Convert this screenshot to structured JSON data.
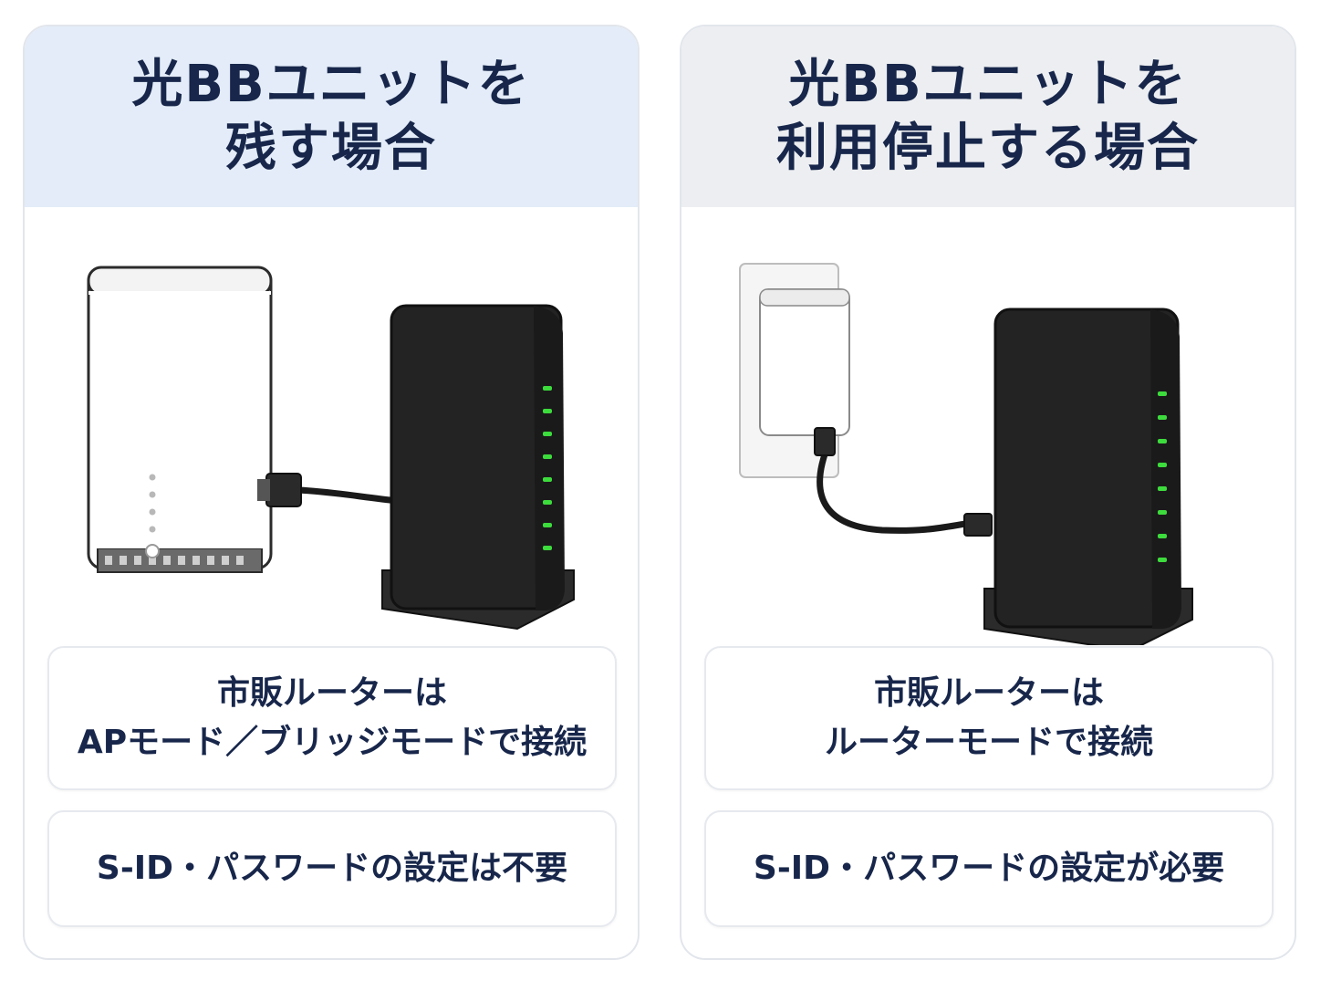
{
  "left_panel": {
    "title_lines": [
      "光BBユニットを",
      "残す場合"
    ],
    "box1_lines": [
      "市販ルーターは",
      "APモード／ブリッジモードで接続"
    ],
    "box2_lines": [
      "S-ID・パスワードの設定は不要"
    ]
  },
  "right_panel": {
    "title_lines": [
      "光BBユニットを",
      "利用停止する場合"
    ],
    "box1_lines": [
      "市販ルーターは",
      "ルーターモードで接続"
    ],
    "box2_lines": [
      "S-ID・パスワードの設定が必要"
    ]
  },
  "colors": {
    "left_header_bg": "#e3ecf8",
    "right_header_bg": "#eceef1",
    "text": "#17264a",
    "led_green": "#3ddc3d",
    "router_body": "#232323"
  },
  "icons": [
    "bb-unit-device-icon",
    "router-icon",
    "cable-icon",
    "wall-outlet-icon",
    "power-adapter-icon"
  ]
}
